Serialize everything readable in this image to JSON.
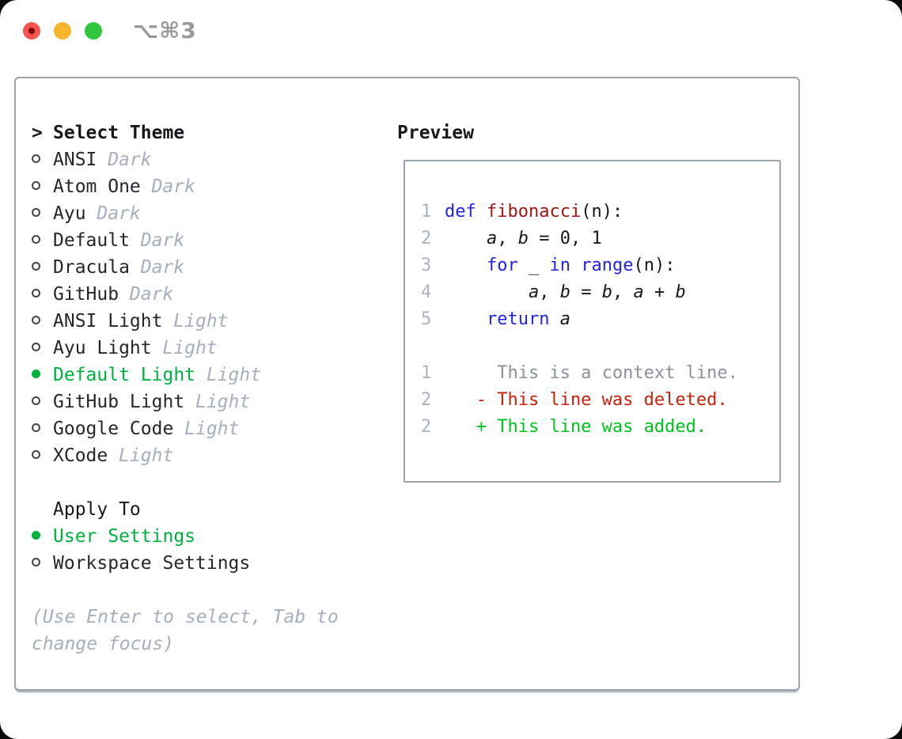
{
  "titlebar": {
    "shortcut": "⌥⌘3"
  },
  "theme_panel": {
    "header_prefix": ">",
    "header": "Select Theme",
    "items": [
      {
        "name": "ANSI",
        "variant": "Dark",
        "selected": false
      },
      {
        "name": "Atom One",
        "variant": "Dark",
        "selected": false
      },
      {
        "name": "Ayu",
        "variant": "Dark",
        "selected": false
      },
      {
        "name": "Default",
        "variant": "Dark",
        "selected": false
      },
      {
        "name": "Dracula",
        "variant": "Dark",
        "selected": false
      },
      {
        "name": "GitHub",
        "variant": "Dark",
        "selected": false
      },
      {
        "name": "ANSI Light",
        "variant": "Light",
        "selected": false
      },
      {
        "name": "Ayu Light",
        "variant": "Light",
        "selected": false
      },
      {
        "name": "Default Light",
        "variant": "Light",
        "selected": true
      },
      {
        "name": "GitHub Light",
        "variant": "Light",
        "selected": false
      },
      {
        "name": "Google Code",
        "variant": "Light",
        "selected": false
      },
      {
        "name": "XCode",
        "variant": "Light",
        "selected": false
      }
    ],
    "apply_to": {
      "header": "Apply To",
      "options": [
        {
          "name": "User Settings",
          "selected": true
        },
        {
          "name": "Workspace Settings",
          "selected": false
        }
      ]
    },
    "help_lines": [
      "(Use Enter to select, Tab to",
      "change focus)"
    ]
  },
  "preview": {
    "title": "Preview",
    "code_lines": [
      {
        "num": "1",
        "tokens": [
          {
            "t": "def",
            "c": "kw"
          },
          {
            "t": " ",
            "c": "pl"
          },
          {
            "t": "fibonacci",
            "c": "fn"
          },
          {
            "t": "(n):",
            "c": "pl"
          }
        ]
      },
      {
        "num": "2",
        "tokens": [
          {
            "t": "    ",
            "c": "pl"
          },
          {
            "t": "a",
            "c": "var"
          },
          {
            "t": ", ",
            "c": "pl"
          },
          {
            "t": "b",
            "c": "var"
          },
          {
            "t": " = ",
            "c": "pl"
          },
          {
            "t": "0, 1",
            "c": "pl"
          }
        ]
      },
      {
        "num": "3",
        "tokens": [
          {
            "t": "    ",
            "c": "pl"
          },
          {
            "t": "for",
            "c": "kw"
          },
          {
            "t": " _ ",
            "c": "pl"
          },
          {
            "t": "in",
            "c": "kw"
          },
          {
            "t": " ",
            "c": "pl"
          },
          {
            "t": "range",
            "c": "kw"
          },
          {
            "t": "(n):",
            "c": "pl"
          }
        ]
      },
      {
        "num": "4",
        "tokens": [
          {
            "t": "        ",
            "c": "pl"
          },
          {
            "t": "a",
            "c": "var"
          },
          {
            "t": ", ",
            "c": "pl"
          },
          {
            "t": "b",
            "c": "var"
          },
          {
            "t": " = ",
            "c": "pl"
          },
          {
            "t": "b",
            "c": "var"
          },
          {
            "t": ", ",
            "c": "pl"
          },
          {
            "t": "a",
            "c": "var"
          },
          {
            "t": " + ",
            "c": "pl"
          },
          {
            "t": "b",
            "c": "var"
          }
        ]
      },
      {
        "num": "5",
        "tokens": [
          {
            "t": "    ",
            "c": "pl"
          },
          {
            "t": "return",
            "c": "kw"
          },
          {
            "t": " ",
            "c": "pl"
          },
          {
            "t": "a",
            "c": "var"
          }
        ]
      },
      {
        "num": "",
        "tokens": []
      },
      {
        "num": "1",
        "tokens": [
          {
            "t": "     This is a context line.",
            "c": "ctx"
          }
        ]
      },
      {
        "num": "2",
        "tokens": [
          {
            "t": "   - This line was deleted.",
            "c": "del"
          }
        ]
      },
      {
        "num": "2",
        "tokens": [
          {
            "t": "   + This line was added.",
            "c": "add"
          }
        ]
      }
    ]
  },
  "colors": {
    "accent-green": "#00b140",
    "diff-add-green": "#00c41e",
    "diff-del-red": "#c8200a",
    "func-red": "#a31515",
    "keyword-blue": "#2222ee",
    "dim-gray": "#a6afbe",
    "context-gray": "#8b929c",
    "line-number-gray": "#a9b3c1",
    "text-dark": "#23272e",
    "heading-black": "#15181c",
    "border-gray": "#9aa4ae",
    "traffic-red": "#f4534e",
    "traffic-yellow": "#f7b52d",
    "traffic-green": "#30c73e"
  }
}
